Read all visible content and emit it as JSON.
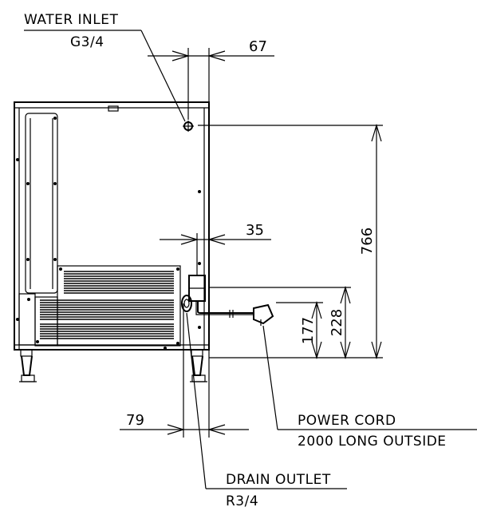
{
  "callouts": {
    "water_inlet": {
      "title": "WATER INLET",
      "spec": "G3/4"
    },
    "power_cord": {
      "title": "POWER CORD",
      "spec": "2000 LONG OUTSIDE"
    },
    "drain_outlet": {
      "title": "DRAIN OUTLET",
      "spec": "R3/4"
    }
  },
  "dimensions": {
    "inlet_offset": "67",
    "cord_offset": "35",
    "inlet_height": "766",
    "cord_box_height": "228",
    "cord_height": "177",
    "drain_offset": "79"
  }
}
